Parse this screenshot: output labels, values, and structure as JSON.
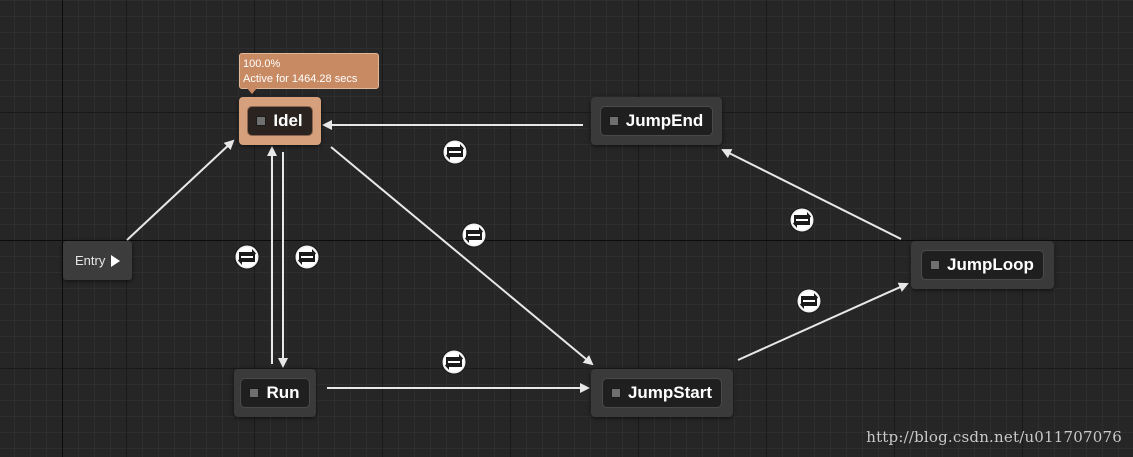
{
  "entry": {
    "label": "Entry"
  },
  "tooltip": {
    "weight": "100.0%",
    "active_text": "Active for 1464.28 secs"
  },
  "states": {
    "idle": {
      "label": "Idel"
    },
    "run": {
      "label": "Run"
    },
    "jump_start": {
      "label": "JumpStart"
    },
    "jump_loop": {
      "label": "JumpLoop"
    },
    "jump_end": {
      "label": "JumpEnd"
    }
  },
  "colors": {
    "active_state": "#d6a07c",
    "state_bg": "#3a3a3a",
    "link": "#e8e8e8",
    "canvas": "#262626"
  },
  "icons": {
    "transition": "transition-rule-icon",
    "entry_arrow": "play-triangle-icon",
    "state_marker": "state-square-icon"
  },
  "watermark": "http://blog.csdn.net/u011707076"
}
